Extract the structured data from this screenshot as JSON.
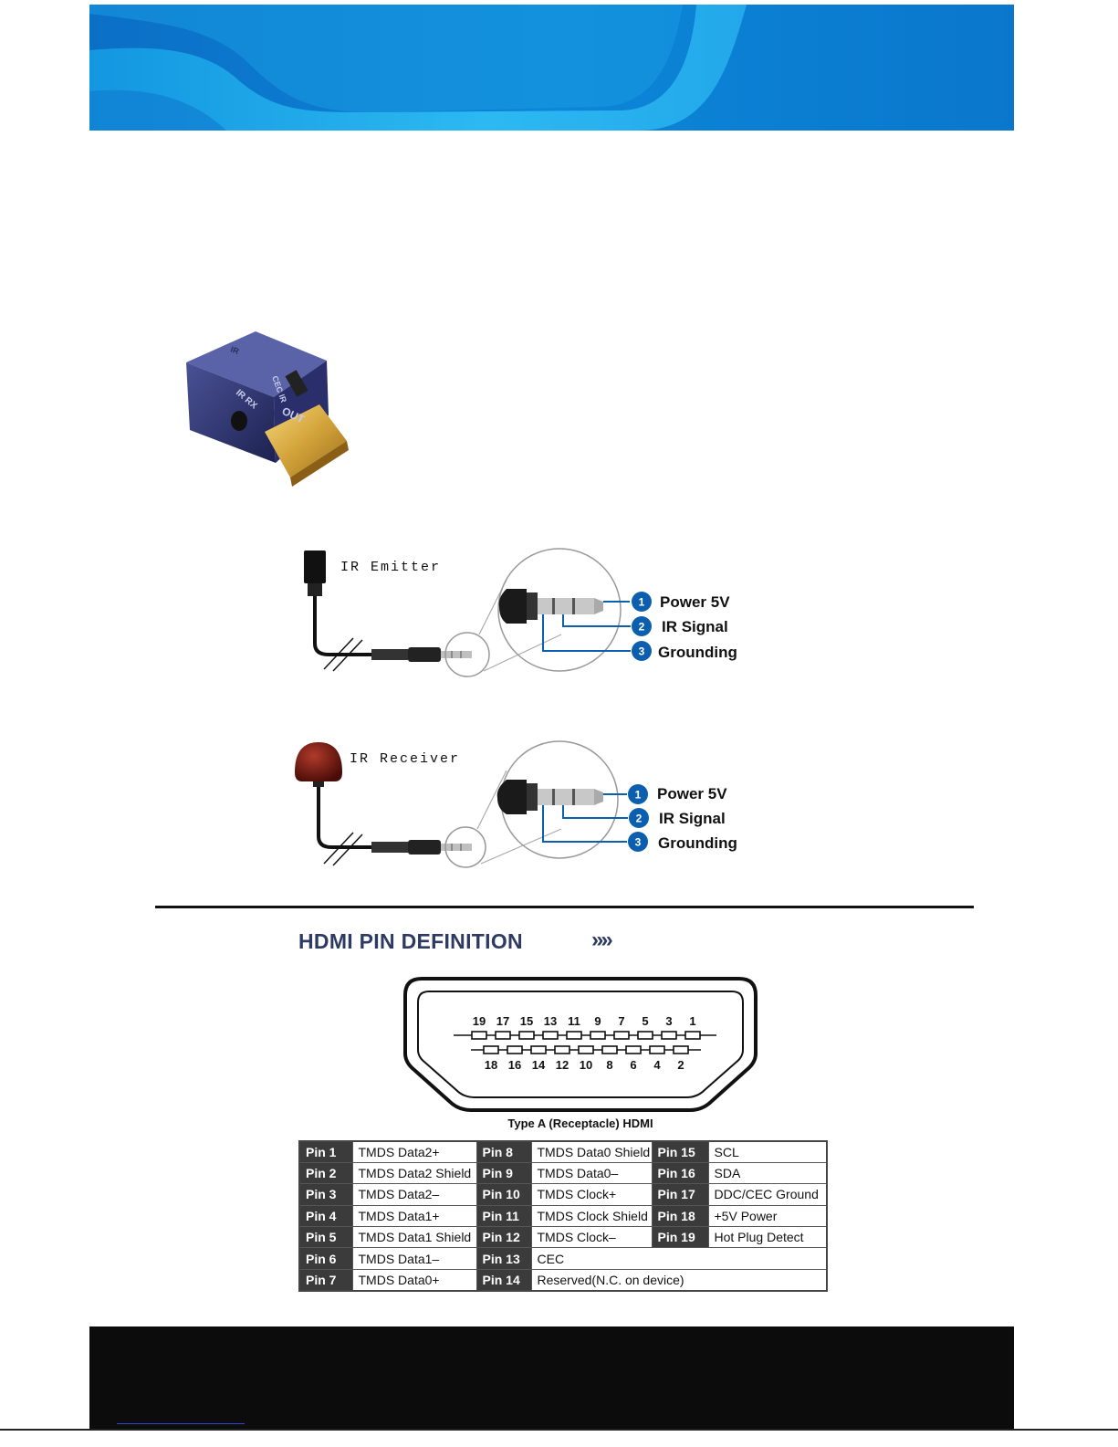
{
  "emitter": {
    "device_label": "IR Emitter",
    "pins": [
      {
        "num": "1",
        "label": "Power 5V"
      },
      {
        "num": "2",
        "label": "IR Signal"
      },
      {
        "num": "3",
        "label": "Grounding"
      }
    ]
  },
  "receiver": {
    "device_label": "IR Receiver",
    "pins": [
      {
        "num": "1",
        "label": "Power 5V"
      },
      {
        "num": "2",
        "label": "IR Signal"
      },
      {
        "num": "3",
        "label": "Grounding"
      }
    ]
  },
  "adapter": {
    "labels": {
      "top": "IR",
      "side": "IR RX",
      "switch": "CEC IR",
      "out": "OUT"
    }
  },
  "hdmi": {
    "heading": "HDMI PIN DEFINITION",
    "chevrons": "»»",
    "top_pins": [
      "19",
      "17",
      "15",
      "13",
      "11",
      "9",
      "7",
      "5",
      "3",
      "1"
    ],
    "bottom_pins": [
      "18",
      "16",
      "14",
      "12",
      "10",
      "8",
      "6",
      "4",
      "2"
    ],
    "caption": "Type A (Receptacle) HDMI"
  },
  "pin_table": {
    "rows": [
      [
        {
          "pin": "Pin 1",
          "desc": "TMDS Data2+"
        },
        {
          "pin": "Pin 8",
          "desc": "TMDS Data0 Shield"
        },
        {
          "pin": "Pin 15",
          "desc": "SCL"
        }
      ],
      [
        {
          "pin": "Pin 2",
          "desc": "TMDS Data2 Shield"
        },
        {
          "pin": "Pin 9",
          "desc": "TMDS Data0–"
        },
        {
          "pin": "Pin 16",
          "desc": "SDA"
        }
      ],
      [
        {
          "pin": "Pin 3",
          "desc": "TMDS Data2–"
        },
        {
          "pin": "Pin 10",
          "desc": "TMDS Clock+"
        },
        {
          "pin": "Pin 17",
          "desc": "DDC/CEC Ground"
        }
      ],
      [
        {
          "pin": "Pin 4",
          "desc": "TMDS Data1+"
        },
        {
          "pin": "Pin 11",
          "desc": "TMDS Clock Shield"
        },
        {
          "pin": "Pin 18",
          "desc": "+5V Power"
        }
      ],
      [
        {
          "pin": "Pin 5",
          "desc": "TMDS Data1 Shield"
        },
        {
          "pin": "Pin 12",
          "desc": "TMDS Clock–"
        },
        {
          "pin": "Pin 19",
          "desc": "Hot Plug Detect"
        }
      ],
      [
        {
          "pin": "Pin 6",
          "desc": "TMDS Data1–"
        },
        {
          "pin": "Pin 13",
          "desc": "CEC"
        }
      ],
      [
        {
          "pin": "Pin 7",
          "desc": "TMDS Data0+"
        },
        {
          "pin": "Pin 14",
          "desc": "Reserved(N.C. on device)"
        }
      ]
    ]
  },
  "colors": {
    "banner_dark": "#0a78d0",
    "banner_light": "#29b8f0",
    "pin_badge": "#0c5fae",
    "heading": "#2d3a63",
    "table_pin_bg": "#3b3b3b"
  }
}
